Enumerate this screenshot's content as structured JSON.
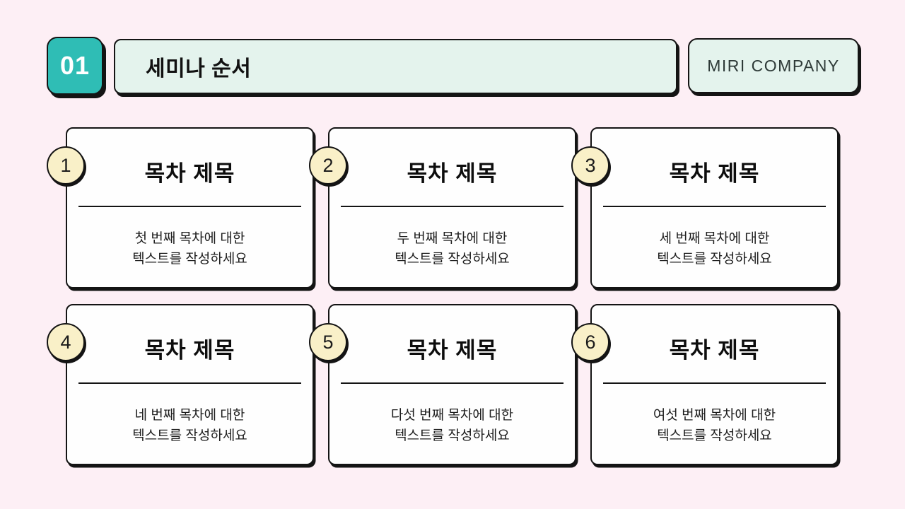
{
  "slide": {
    "badge_number": "01",
    "title": "세미나 순서",
    "company": "MIRI COMPANY"
  },
  "colors": {
    "background": "#fdeff5",
    "accent_teal": "#2fbdb5",
    "mint_panel": "#e4f3ed",
    "circle_cream": "#f9f0c8",
    "ink": "#141414"
  },
  "cards": [
    {
      "number": "1",
      "title": "목차 제목",
      "desc_line1": "첫 번째 목차에 대한",
      "desc_line2": "텍스트를 작성하세요"
    },
    {
      "number": "2",
      "title": "목차 제목",
      "desc_line1": "두 번째 목차에 대한",
      "desc_line2": "텍스트를 작성하세요"
    },
    {
      "number": "3",
      "title": "목차 제목",
      "desc_line1": "세 번째 목차에 대한",
      "desc_line2": "텍스트를 작성하세요"
    },
    {
      "number": "4",
      "title": "목차 제목",
      "desc_line1": "네 번째 목차에 대한",
      "desc_line2": "텍스트를 작성하세요"
    },
    {
      "number": "5",
      "title": "목차 제목",
      "desc_line1": "다섯 번째 목차에 대한",
      "desc_line2": "텍스트를 작성하세요"
    },
    {
      "number": "6",
      "title": "목차 제목",
      "desc_line1": "여섯 번째 목차에 대한",
      "desc_line2": "텍스트를 작성하세요"
    }
  ]
}
